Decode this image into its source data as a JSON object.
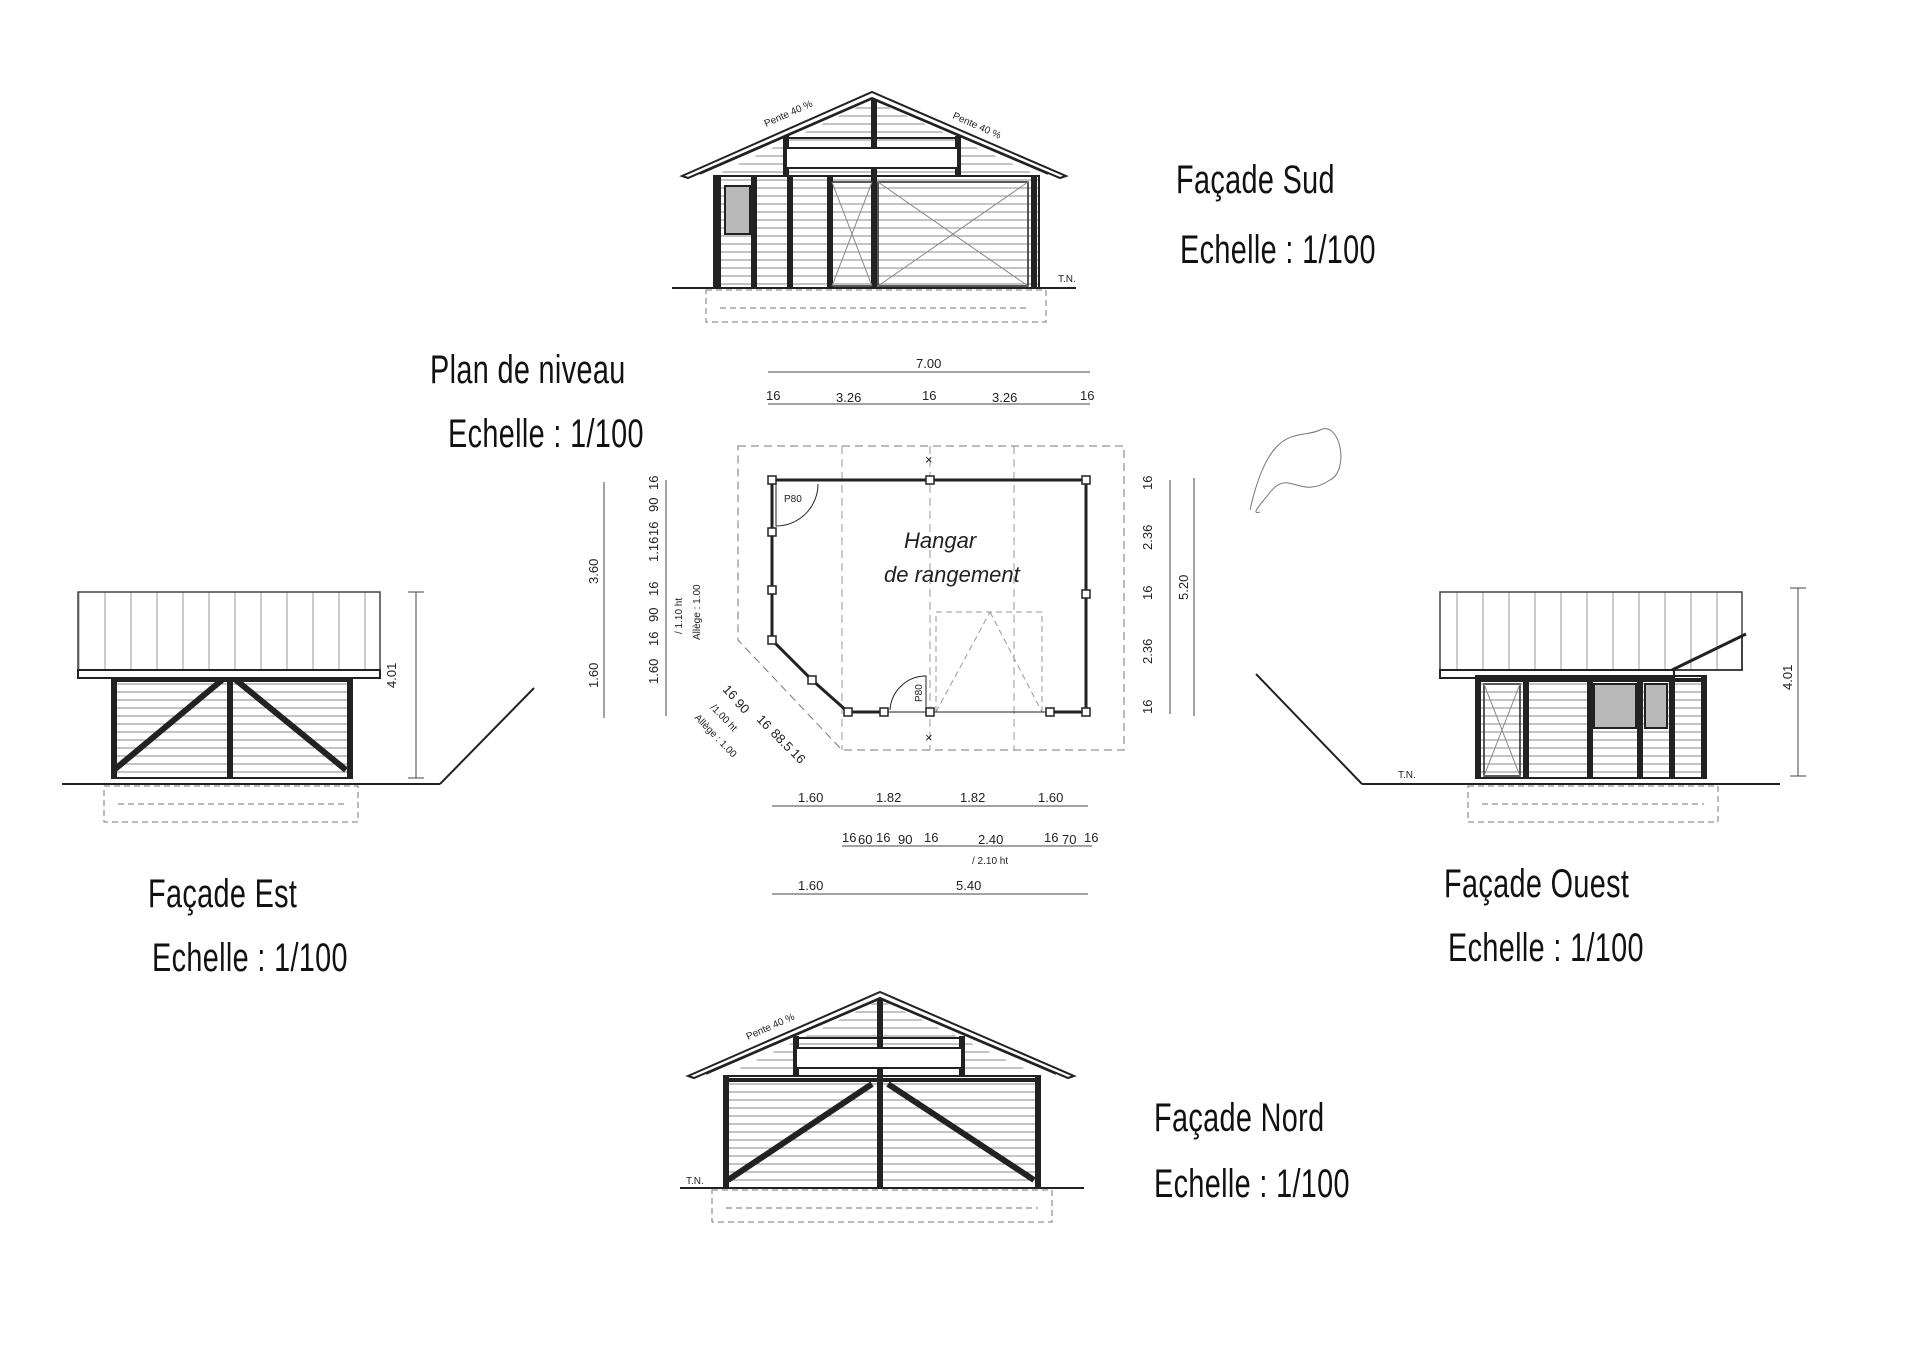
{
  "titles": {
    "sud": "Façade Sud",
    "est": "Façade Est",
    "ouest": "Façade Ouest",
    "nord": "Façade Nord",
    "plan": "Plan de niveau",
    "scale": "Echelle : 1/100"
  },
  "plan": {
    "room_line1": "Hangar",
    "room_line2": "de rangement",
    "door1": "P80",
    "door2": "P80",
    "top_total": "7.00",
    "top_parts": [
      "16",
      "3.26",
      "16",
      "3.26",
      "16"
    ],
    "bottom_row1": [
      "1.60",
      "1.82",
      "1.82",
      "1.60"
    ],
    "bottom_row2": [
      "16",
      "60",
      "16",
      "90",
      "16",
      "2.40",
      "16",
      "70",
      "16"
    ],
    "bottom_row2_note": "/ 2.10 ht",
    "bottom_row3": [
      "1.60",
      "5.40"
    ],
    "left_total_top": "3.60",
    "left_total_bottom": "1.60",
    "left_parts": [
      "16",
      "90",
      "16",
      "1.16",
      "16",
      "90",
      "16",
      "1.60"
    ],
    "left_note1": "/ 1.10 ht",
    "left_note2": "Allège : 1.00",
    "right_total": "5.20",
    "right_parts": [
      "16",
      "2.36",
      "16",
      "2.36",
      "16"
    ],
    "diag_parts": [
      "16",
      "90",
      "16",
      "88.5",
      "16"
    ],
    "diag_note1": "/1.00 ht",
    "diag_note2": "Allège : 1.00"
  },
  "elevations": {
    "slope_label": "Pente 40 %",
    "ground_label": "T.N.",
    "height_est": "4.01",
    "height_ouest": "4.01"
  }
}
